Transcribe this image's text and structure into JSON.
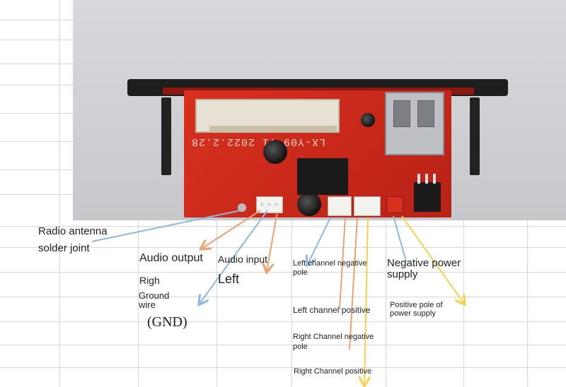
{
  "labels": {
    "radio_antenna_1": "Radio antenna",
    "radio_antenna_2": "solder joint",
    "audio_output": "Audio output",
    "righ": "Righ",
    "ground_1": "Ground",
    "ground_2": "wire",
    "gnd": "(GND)",
    "audio_input": "Audio input",
    "left": "Left",
    "left_neg_1": "Left channel negative",
    "left_neg_2": "pole",
    "left_pos": "Left channel positive",
    "right_neg_1": "Right Channel negative",
    "right_neg_2": "pole",
    "right_pos": "Right Channel positive",
    "neg_power_1": "Negative power",
    "neg_power_2": "supply",
    "pos_power_1": "Positive pole of",
    "pos_power_2": "power supply"
  },
  "board_silkscreen": "LX-Y09 V1  2022.2.28",
  "colors": {
    "board_red": "#c8281a",
    "arrow_blue": "#8fb8dc",
    "arrow_orange": "#f0a070",
    "arrow_yellow": "#f5d24a",
    "grid": "#d6d6d6"
  }
}
